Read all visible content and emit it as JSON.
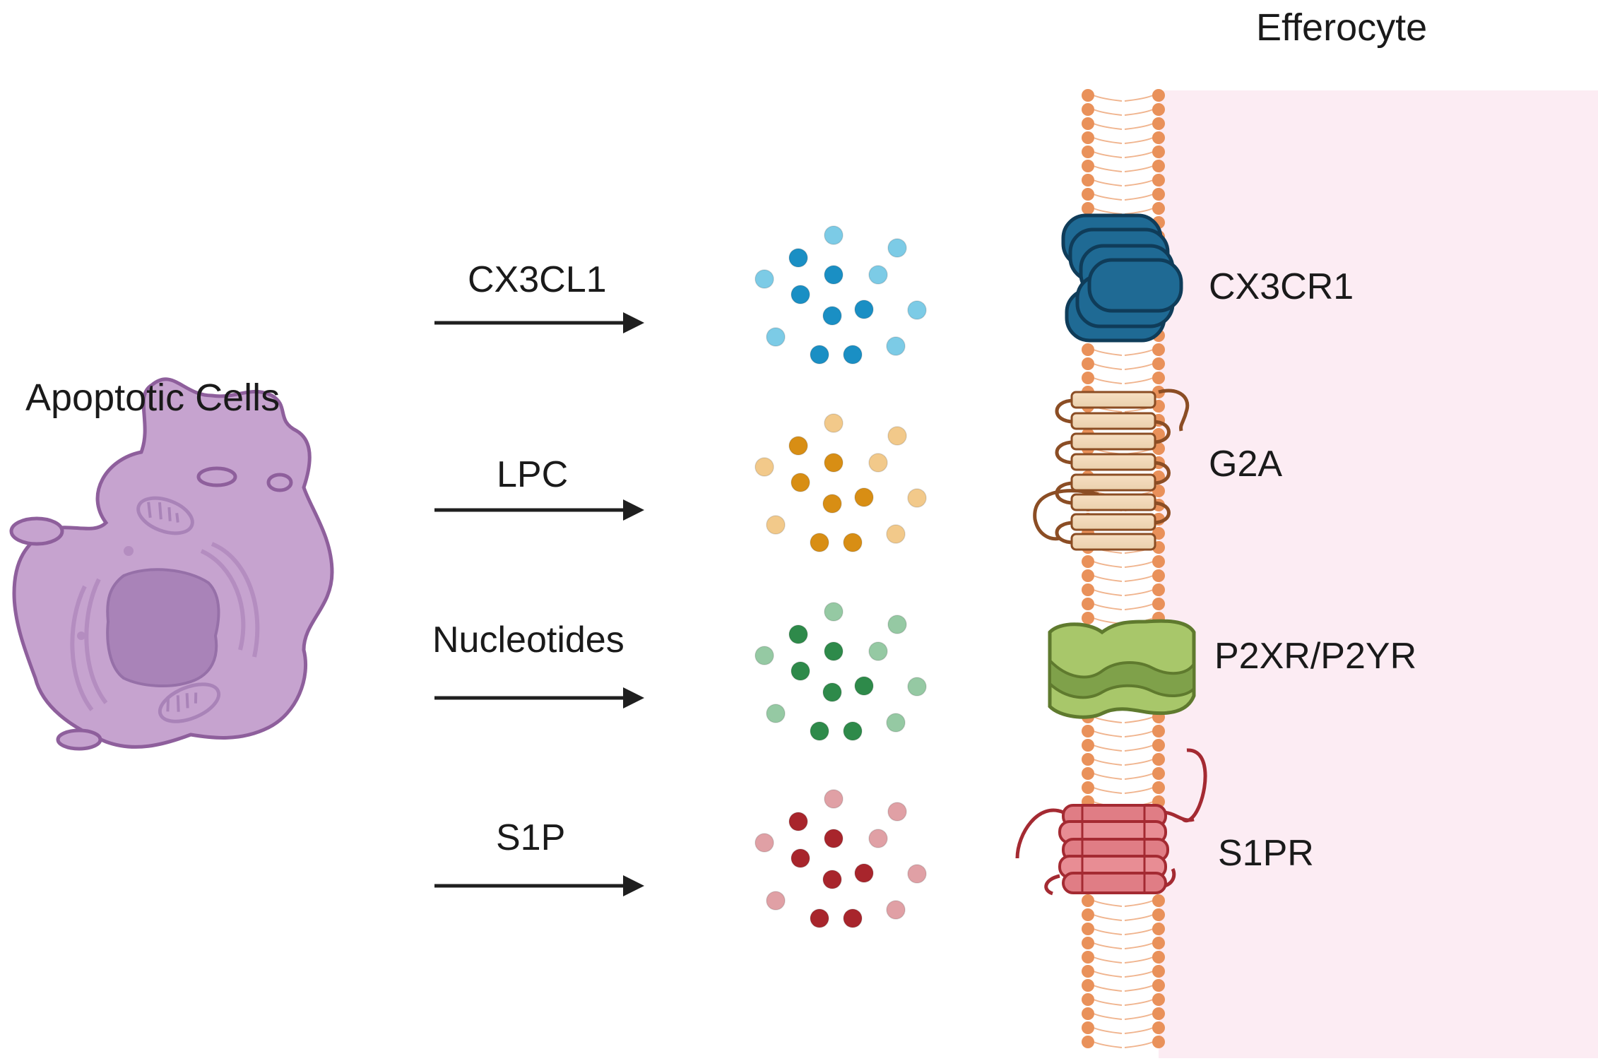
{
  "titles": {
    "source": "Apoptotic Cells",
    "target": "Efferocyte"
  },
  "pathways": [
    {
      "signal": "CX3CL1",
      "receptor": "CX3CR1",
      "dot_dark": "#1a8fc4",
      "dot_light": "#7ccbe6",
      "receptor_icon": "cx3cr1-receptor-icon"
    },
    {
      "signal": "LPC",
      "receptor": "G2A",
      "dot_dark": "#d88e14",
      "dot_light": "#f2c98a",
      "receptor_icon": "g2a-receptor-icon"
    },
    {
      "signal": "Nucleotides",
      "receptor": "P2XR/P2YR",
      "dot_dark": "#2e8a4a",
      "dot_light": "#95c9a3",
      "receptor_icon": "p2xr-p2yr-channel-icon"
    },
    {
      "signal": "S1P",
      "receptor": "S1PR",
      "dot_dark": "#a8252c",
      "dot_light": "#e0a0a5",
      "receptor_icon": "s1pr-receptor-icon"
    }
  ],
  "colors": {
    "cell_fill": "#c6a3cf",
    "cell_stroke": "#8e5f9c",
    "nucleus": "#a983b8",
    "membrane_head": "#e9915a",
    "cytoplasm": "#fcecf3",
    "arrow": "#1f1f1f"
  }
}
